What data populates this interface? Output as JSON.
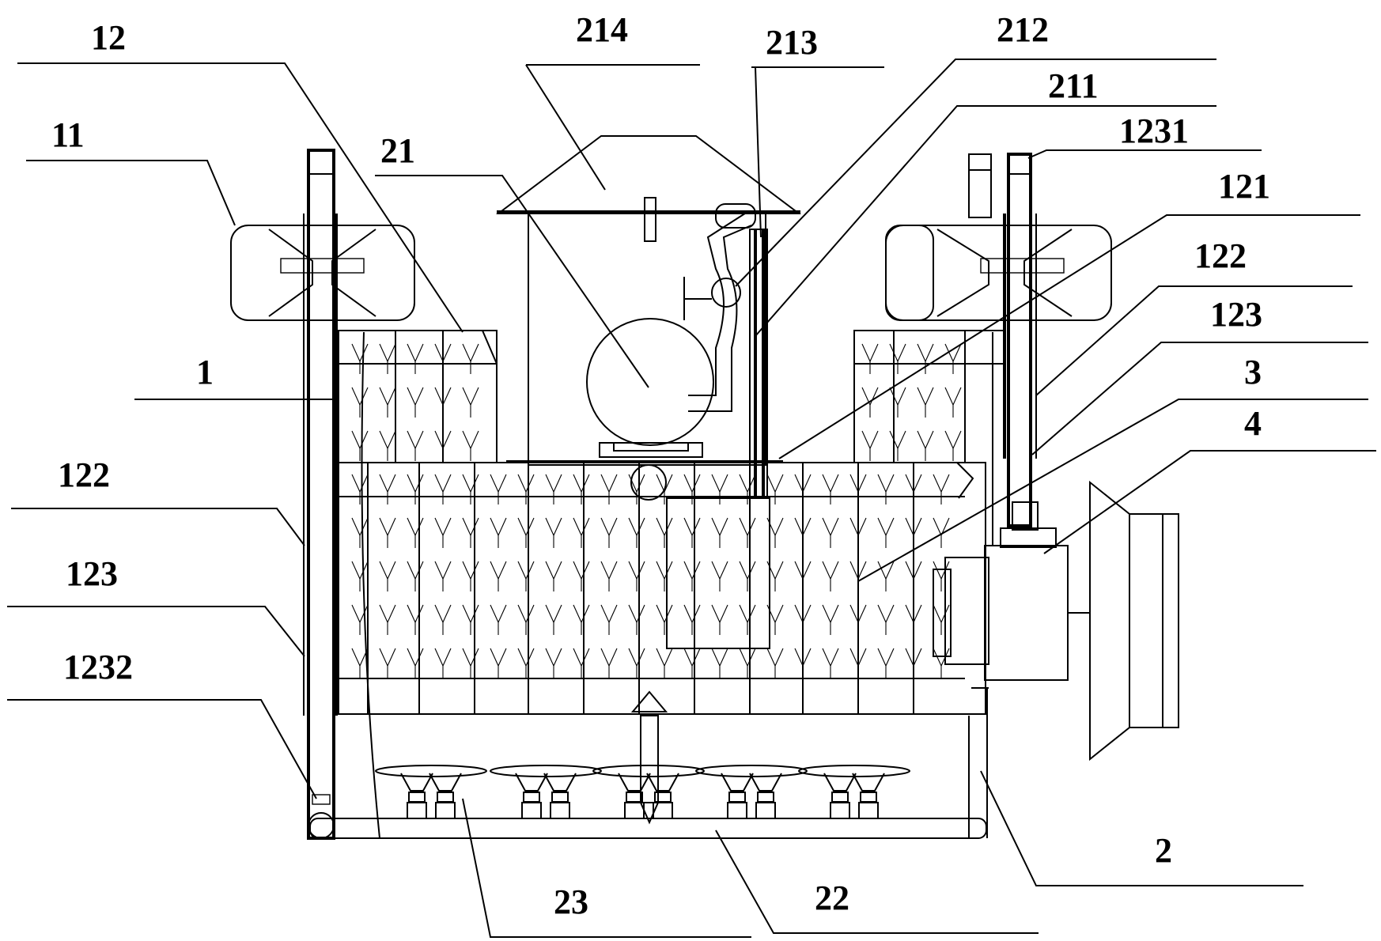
{
  "labels": {
    "l1": "1",
    "l2": "2",
    "l3": "3",
    "l4": "4",
    "l11": "11",
    "l12": "12",
    "l21": "21",
    "l22": "22",
    "l23": "23",
    "l121": "121",
    "l122_right": "122",
    "l122_left": "122",
    "l123_right": "123",
    "l123_left": "123",
    "l211": "211",
    "l212": "212",
    "l213": "213",
    "l214": "214",
    "l1231": "1231",
    "l1232": "1232"
  },
  "colors": {
    "line": "#000000",
    "background": "#ffffff"
  }
}
